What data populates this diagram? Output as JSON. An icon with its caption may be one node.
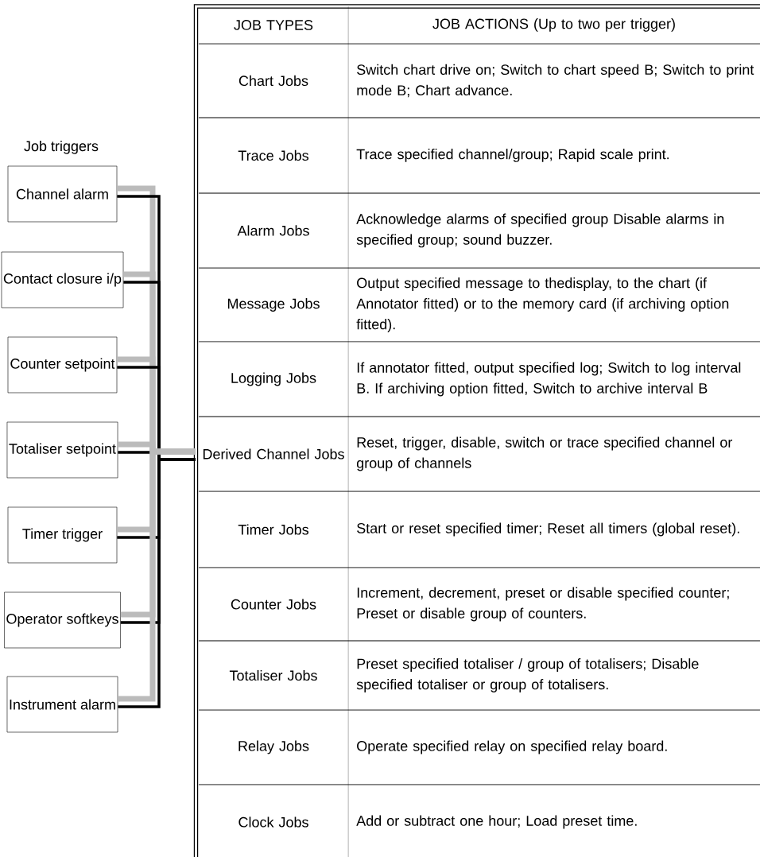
{
  "diagram": {
    "nodes": [
      {
        "text": [
          "Channel alarm"
        ]
      },
      {
        "text": [
          "Contact closure i/p"
        ]
      },
      {
        "text": [
          "Counter setpoint"
        ]
      },
      {
        "text": [
          "Totaliser setpoint"
        ]
      },
      {
        "text": [
          "Timer trigger"
        ]
      },
      {
        "text": [
          "Operator softkeys"
        ]
      },
      {
        "text": [
          "Instrument alarm"
        ]
      },
      {
        "text": [],
        "shape": "box"
      }
    ],
    "edges": [
      {
        "from": 0,
        "to": 7,
        "arrow": "none"
      },
      {
        "from": 1,
        "to": 7,
        "arrow": "none"
      },
      {
        "from": 2,
        "to": 7,
        "arrow": "none"
      },
      {
        "from": 3,
        "to": 7,
        "arrow": "none"
      },
      {
        "from": 4,
        "to": 7,
        "arrow": "none"
      },
      {
        "from": 5,
        "to": 7,
        "arrow": "none"
      },
      {
        "from": 6,
        "to": 7,
        "arrow": "none"
      }
    ],
    "labels": [
      "Job triggers",
      "JOB TYPES",
      "JOB ACTIONS (Up to two per trigger)",
      "Chart Jobs",
      "Switch chart drive on; Switch to chart speed B; Switch to print mode B; Chart advance.",
      "Trace Jobs",
      "Trace specified channel/group; Rapid scale print.",
      "Alarm Jobs",
      "Acknowledge alarms of specified group Disable alarms in specified group; sound buzzer.",
      "Message Jobs",
      "Output specified message to thedisplay, to the chart (if Annotator fitted) or to the memory card (if archiving option fitted).",
      "Logging Jobs",
      "If annotator fitted, output specified log; Switch to log interval B. If archiving option fitted, Switch to archive interval B",
      "Derived Channel Jobs",
      "Reset, trigger, disable, switch or trace specified channel or group of channels",
      "Timer Jobs",
      "Start or reset specified timer; Reset all timers (global reset).",
      "Counter Jobs",
      "Increment, decrement, preset or disable specified counter; Preset or disable group of counters.",
      "Totaliser Jobs",
      "Preset specified totaliser / group of totalisers; Disable specified totaliser or group of totalisers.",
      "Relay Jobs",
      "Operate specified relay on specified relay board.",
      "Clock Jobs",
      "Add or subtract one hour; Load preset time."
    ]
  }
}
